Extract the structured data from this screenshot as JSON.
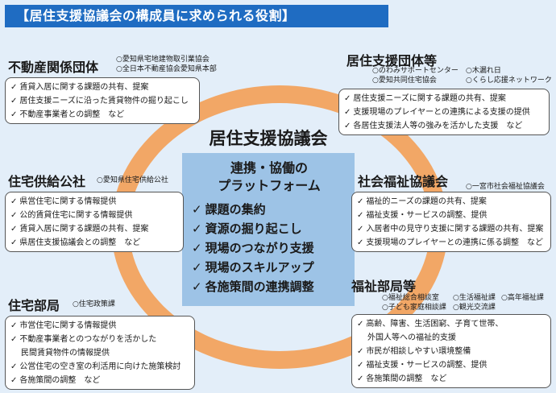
{
  "banner": "【居住支援協議会の構成員に求められる役割】",
  "center": {
    "title": "居住支援協議会",
    "heading_line1": "連携・協働の",
    "heading_line2": "プラットフォーム",
    "check_symbol": "✓",
    "items": [
      "課題の集約",
      "資源の掘り起こし",
      "現場のつながり支援",
      "現場のスキルアップ",
      "各施策間の連携調整"
    ]
  },
  "check_symbol": "✓",
  "groups": {
    "fudosan": {
      "title": "不動産関係団体",
      "orgs": [
        "○愛知県宅地建物取引業協会",
        "○全日本不動産協会愛知県本部"
      ],
      "items": [
        "賃貸入居に関する課題の共有、提案",
        "居住支援ニーズに沿った賃貸物件の掘り起こし",
        "不動産事業者との調整　など"
      ]
    },
    "kyokyu": {
      "title": "住宅供給公社",
      "orgs": [
        "○愛知県住宅供給公社"
      ],
      "items": [
        "県営住宅に関する情報提供",
        "公的賃貸住宅に関する情報提供",
        "賃貸入居に関する課題の共有、提案",
        "県居住支援協議会との調整　など"
      ]
    },
    "jutaku": {
      "title": "住宅部局",
      "orgs": [
        "○住宅政策課"
      ],
      "items": [
        "市営住宅に関する情報提供",
        "不動産事業者とのつながりを活かした",
        "民間賃貸物件の情報提供",
        "公営住宅の空き室の利活用に向けた施策検討",
        "各施策間の調整　など"
      ]
    },
    "kyoju": {
      "title": "居住支援団体等",
      "orgs": [
        "○のわみサポートセンター",
        "○木漏れ日",
        "○愛知共同住宅協会",
        "○くらし応援ネットワーク"
      ],
      "items": [
        "居住支援ニーズに関する課題の共有、提案",
        "支援現場のプレイヤーとの連携による支援の提供",
        "各居住支援法人等の強みを活かした支援　など"
      ]
    },
    "shakyo": {
      "title": "社会福祉協議会",
      "orgs": [
        "○一宮市社会福祉協議会"
      ],
      "items": [
        "福祉的ニーズの課題の共有、提案",
        "福祉支援・サービスの調整、提供",
        "入居者中の見守り支援に関する課題の共有、提案",
        "支援現場のプレイヤーとの連携に係る調整　など"
      ]
    },
    "fukushi": {
      "title": "福祉部局等",
      "orgs": [
        "○福祉総合相談室",
        "○生活福祉課",
        "○高年福祉課",
        "○子ども家庭相談課",
        "○観光交流課"
      ],
      "items": [
        "高齢、障害、生活困窮、子育て世帯、",
        "外国人等への福祉的支援",
        "市民が相談しやすい環境整備",
        "福祉支援・サービスの調整、提供",
        "各施策間の調整　など"
      ]
    }
  }
}
